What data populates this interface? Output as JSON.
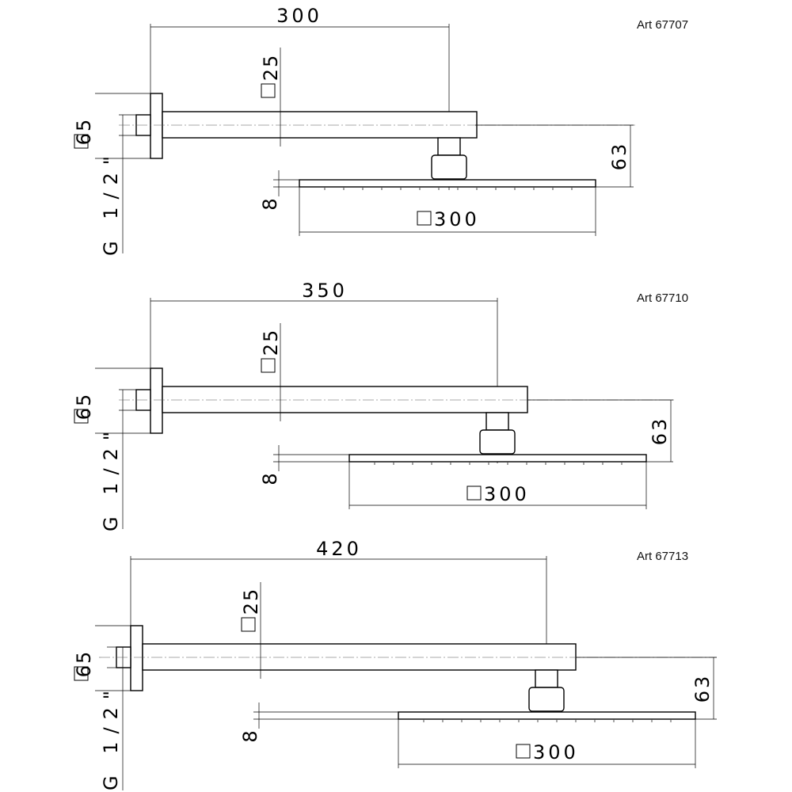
{
  "views": [
    {
      "article": "Art 67707",
      "arm_length": "300",
      "arm_section": "25",
      "flange_size": "65",
      "thread": "G 1/2\"",
      "drop": "63",
      "plate_thickness": "8",
      "head_size": "300"
    },
    {
      "article": "Art 67710",
      "arm_length": "350",
      "arm_section": "25",
      "flange_size": "65",
      "thread": "G 1/2\"",
      "drop": "63",
      "plate_thickness": "8",
      "head_size": "300"
    },
    {
      "article": "Art 67713",
      "arm_length": "420",
      "arm_section": "25",
      "flange_size": "65",
      "thread": "G 1/2\"",
      "drop": "63",
      "plate_thickness": "8",
      "head_size": "300"
    }
  ]
}
